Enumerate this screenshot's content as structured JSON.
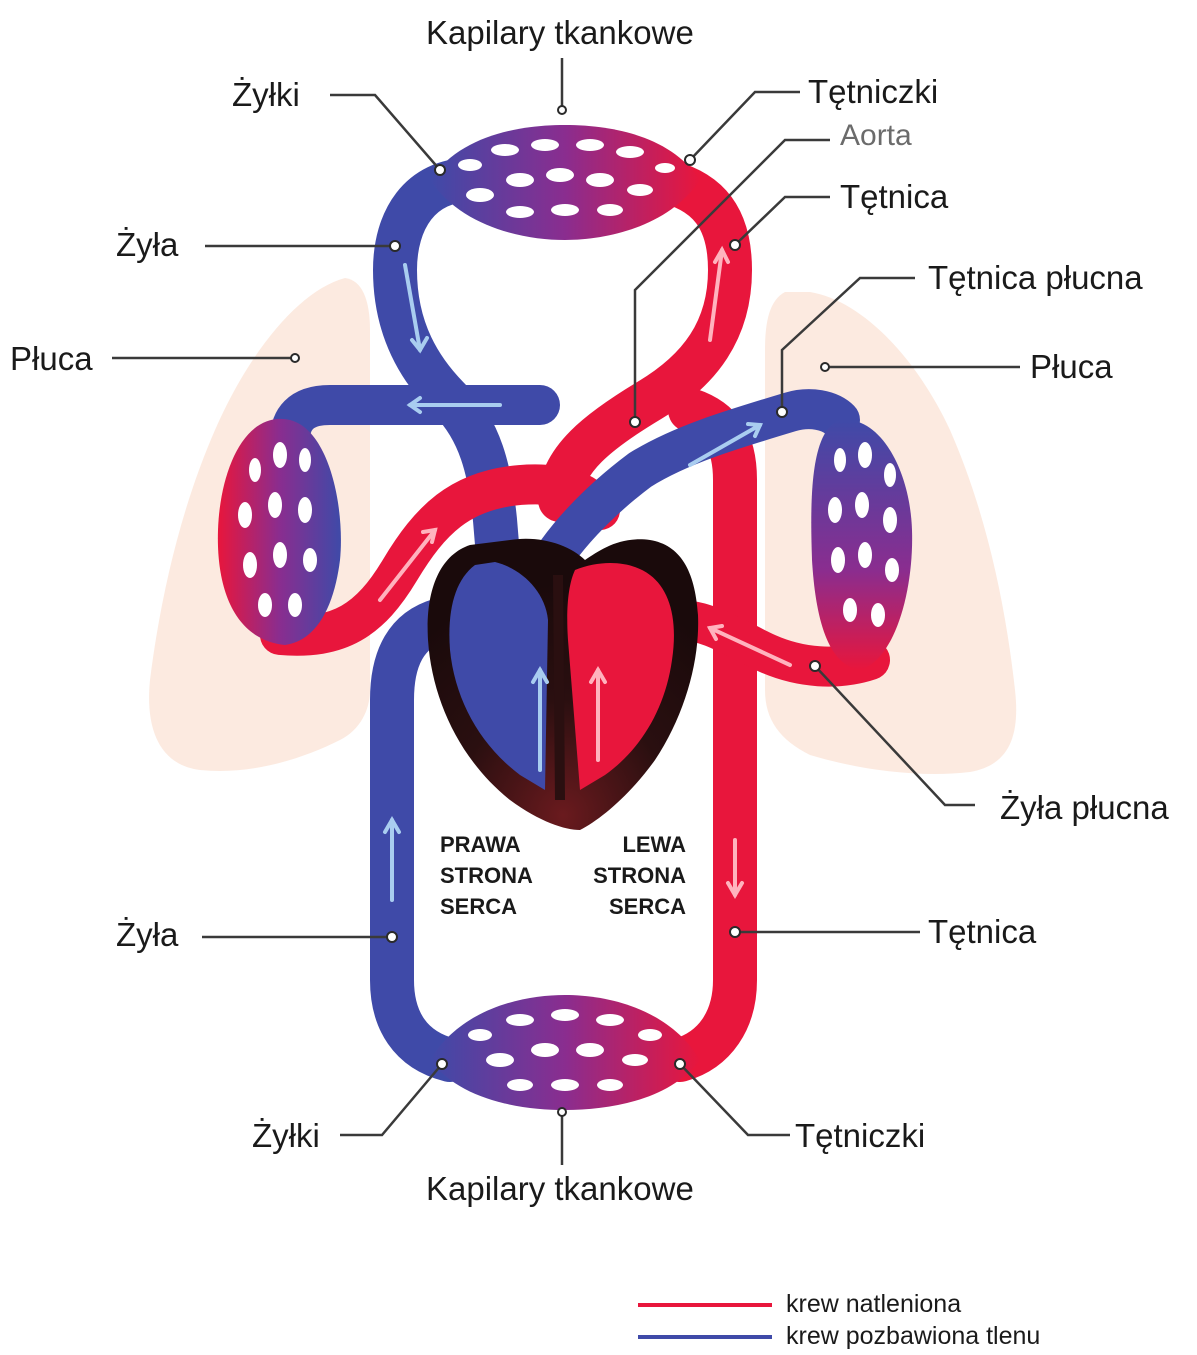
{
  "colors": {
    "oxygenated": "#e8163c",
    "deoxygenated": "#3f4aa8",
    "capillary_mix": "#8a2d8f",
    "lung": "#fbe6da",
    "heart_dark": "#2a0f10",
    "leader_line": "#3a3a3a",
    "arrow_light_blue": "#a9cdf0",
    "arrow_light_red": "#ffb3be"
  },
  "labels": {
    "top_capillaries": "Kapilary tkankowe",
    "top_venules": "Żyłki",
    "top_arterioles": "Tętniczki",
    "aorta": "Aorta",
    "upper_artery": "Tętnica",
    "upper_vein": "Żyła",
    "pulmonary_artery": "Tętnica płucna",
    "lung_left": "Płuca",
    "lung_right": "Płuca",
    "pulmonary_vein": "Żyła płucna",
    "lower_vein": "Żyła",
    "lower_artery": "Tętnica",
    "bottom_venules": "Żyłki",
    "bottom_arterioles": "Tętniczki",
    "bottom_capillaries": "Kapilary tkankowe"
  },
  "heart": {
    "right_side": [
      "PRAWA",
      "STRONA",
      "SERCA"
    ],
    "left_side": [
      "LEWA",
      "STRONA",
      "SERCA"
    ]
  },
  "legend": {
    "oxygenated": "krew natleniona",
    "deoxygenated": "krew pozbawiona tlenu"
  }
}
